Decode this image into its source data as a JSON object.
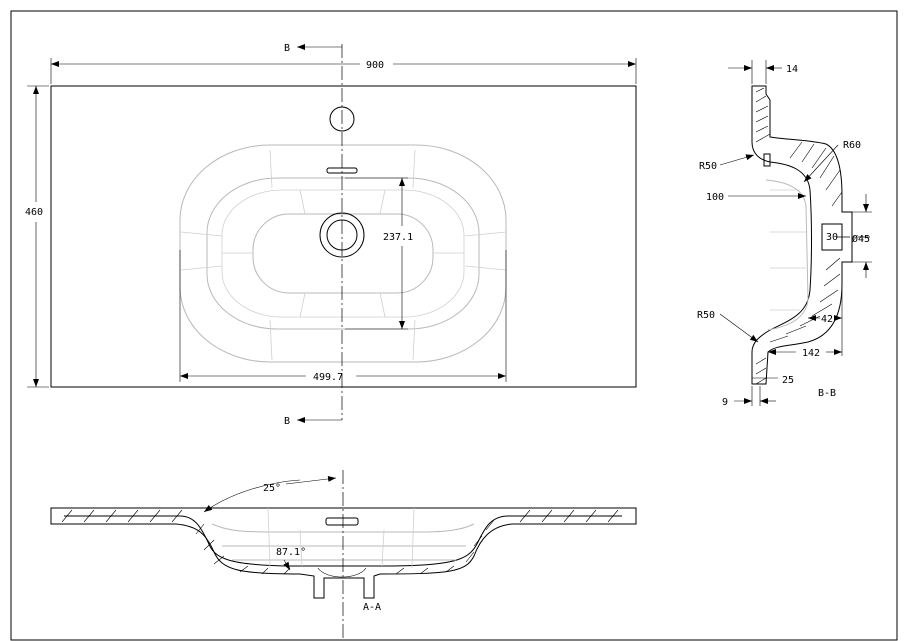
{
  "plan_view": {
    "width_label": "900",
    "height_label": "460",
    "basin_width_label": "499.7",
    "basin_depth_label": "237.1",
    "section_marker_top": "B",
    "section_marker_bottom": "B"
  },
  "section_bb": {
    "label": "B-B",
    "dim_top_thickness": "14",
    "dim_r50_upper": "R50",
    "dim_r60": "R60",
    "dim_100": "100",
    "dim_30": "30",
    "dim_diameter": "Ø45",
    "dim_r50_lower": "R50",
    "dim_42": "42",
    "dim_142": "142",
    "dim_25": "25",
    "dim_9": "9"
  },
  "section_aa": {
    "label": "A-A",
    "angle_label": "25°",
    "inner_angle_label": "87.1°"
  }
}
